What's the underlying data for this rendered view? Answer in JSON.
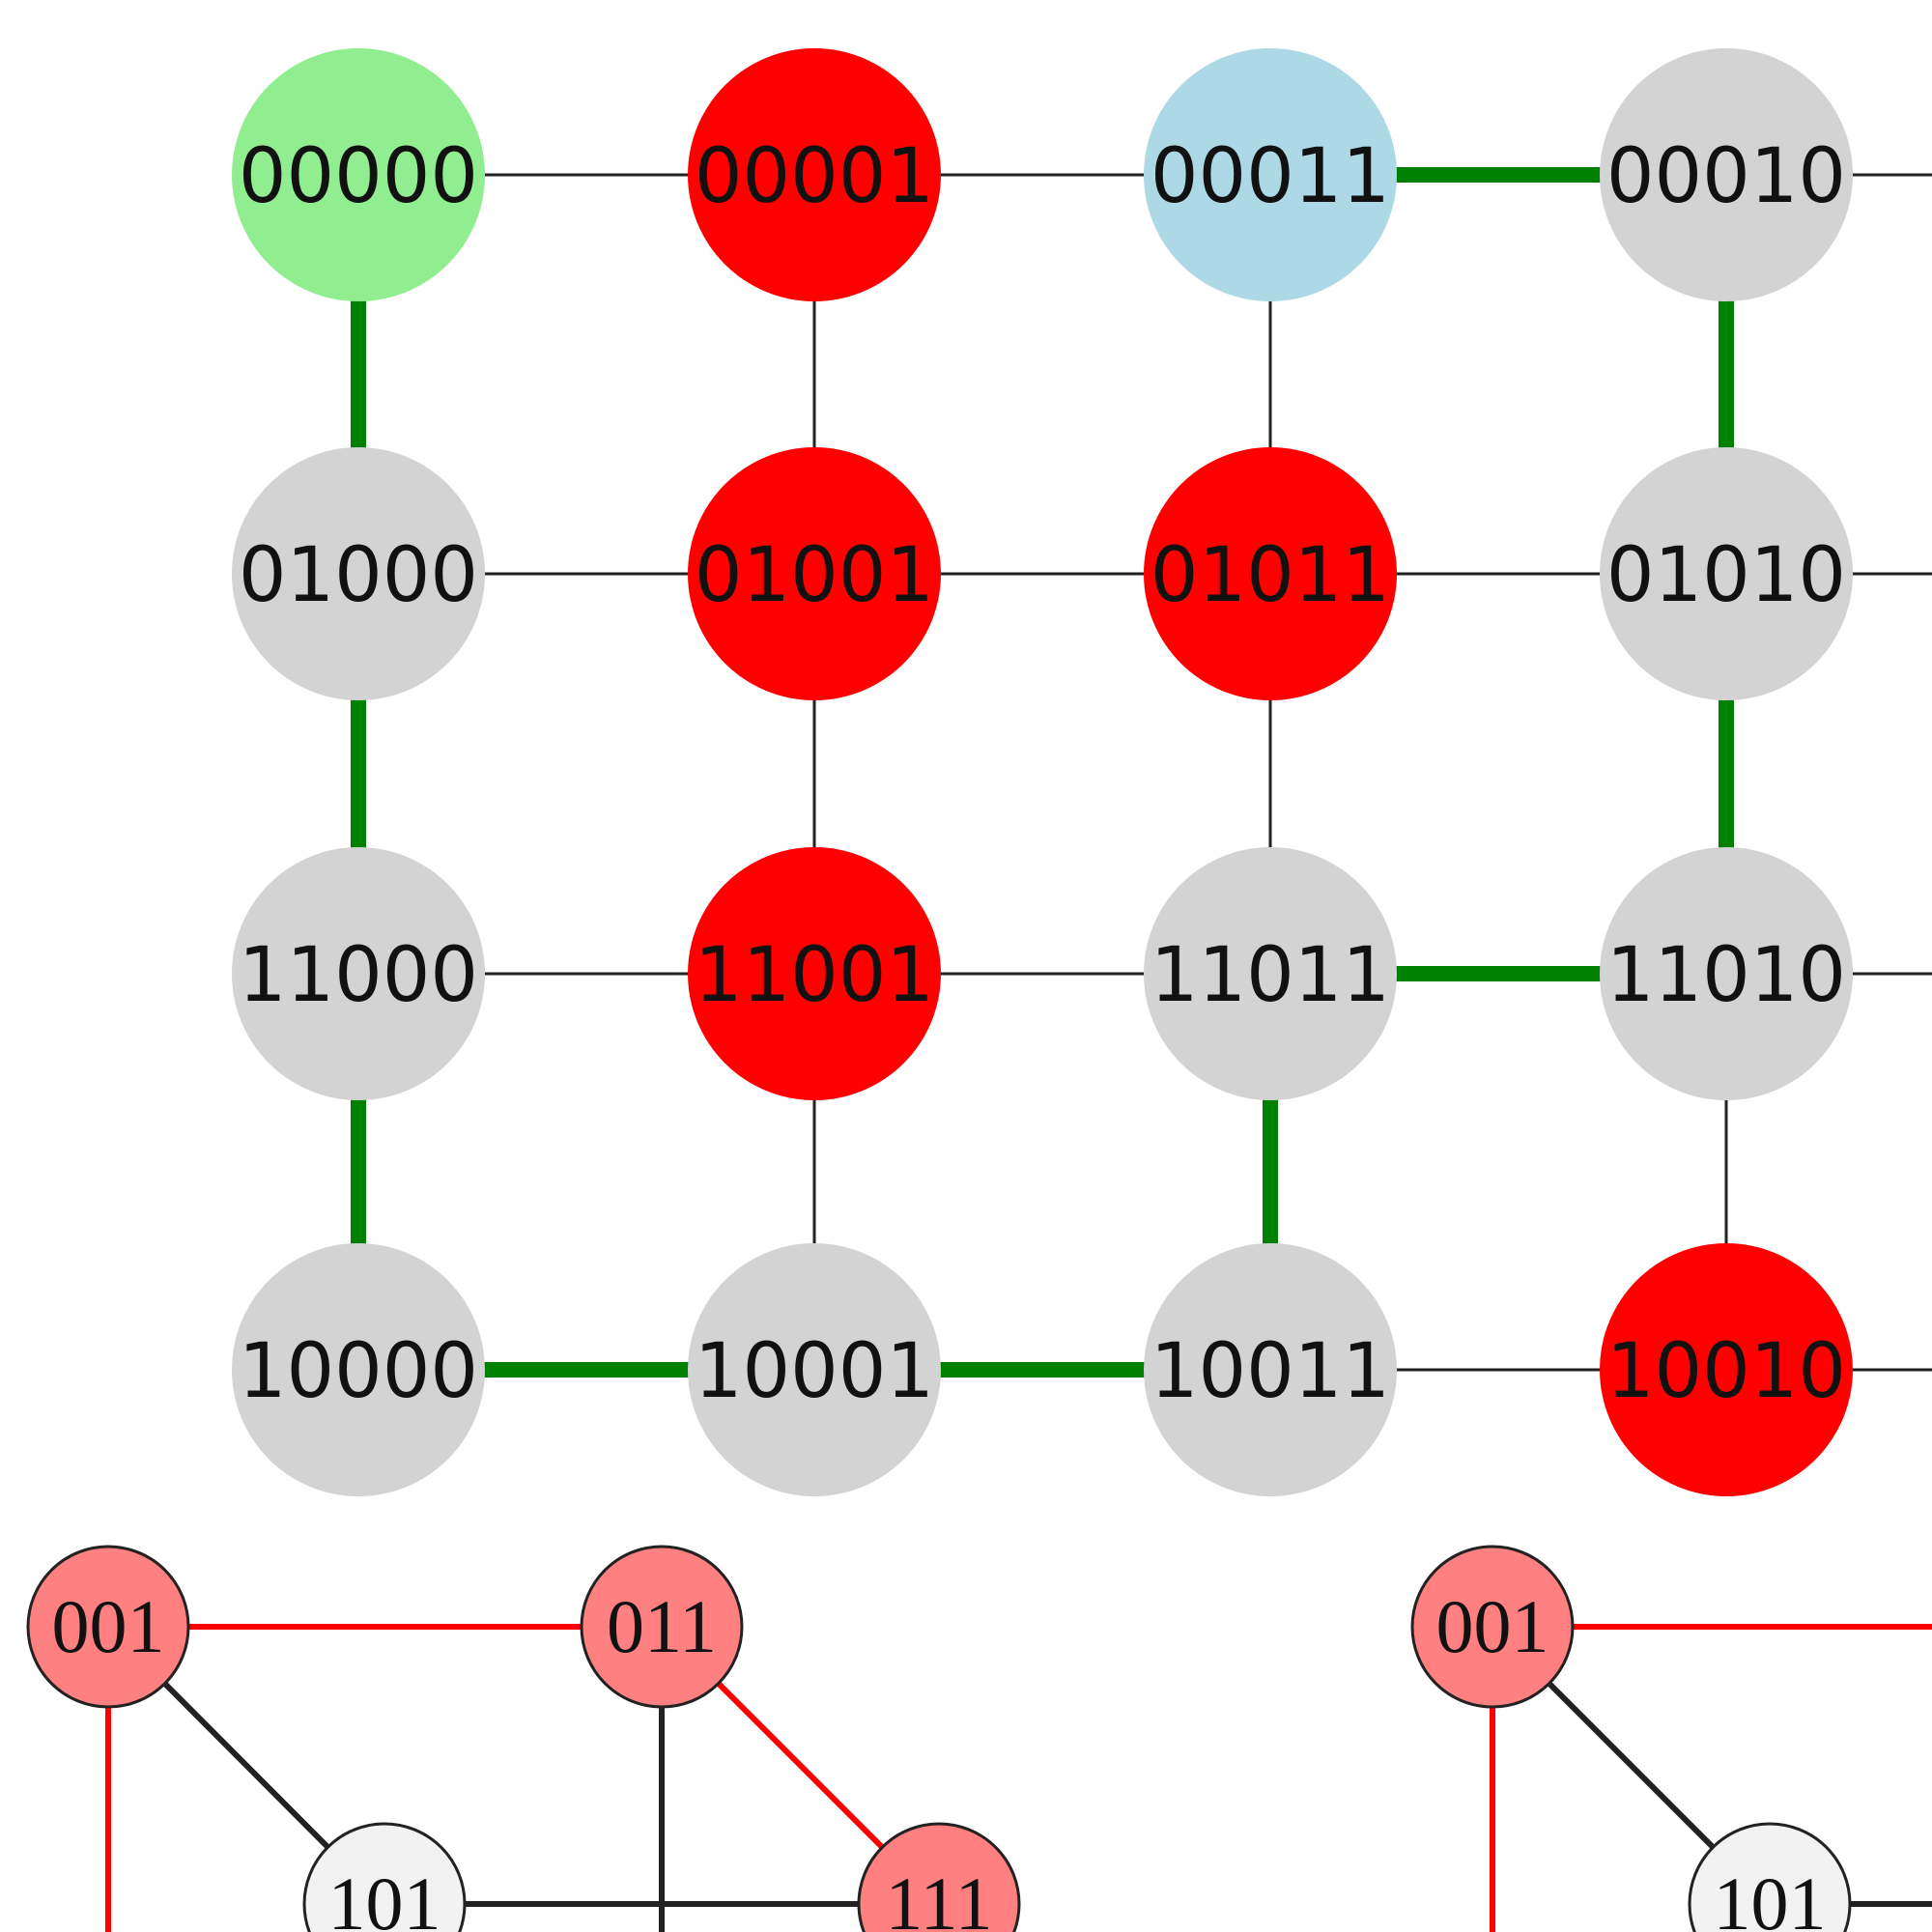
{
  "colors": {
    "start": "#90ee90",
    "target": "#add8e6",
    "blocked": "#ff0000",
    "free": "#d3d3d3",
    "path": "#008000",
    "edge": "#222222",
    "small_hl": "#ff8080",
    "small_plain": "#f2f2f2",
    "small_edge_hl": "#ff0000"
  },
  "grid": {
    "rows": [
      [
        {
          "label": "00000",
          "state": "start"
        },
        {
          "label": "00001",
          "state": "blocked"
        },
        {
          "label": "00011",
          "state": "target"
        },
        {
          "label": "00010",
          "state": "free"
        }
      ],
      [
        {
          "label": "01000",
          "state": "free"
        },
        {
          "label": "01001",
          "state": "blocked"
        },
        {
          "label": "01011",
          "state": "blocked"
        },
        {
          "label": "01010",
          "state": "free"
        }
      ],
      [
        {
          "label": "11000",
          "state": "free"
        },
        {
          "label": "11001",
          "state": "blocked"
        },
        {
          "label": "11011",
          "state": "free"
        },
        {
          "label": "11010",
          "state": "free"
        }
      ],
      [
        {
          "label": "10000",
          "state": "free"
        },
        {
          "label": "10001",
          "state": "free"
        },
        {
          "label": "10011",
          "state": "free"
        },
        {
          "label": "10010",
          "state": "blocked"
        }
      ]
    ],
    "path_edges": [
      [
        "00011",
        "00010"
      ],
      [
        "00000",
        "01000"
      ],
      [
        "01000",
        "11000"
      ],
      [
        "11000",
        "10000"
      ],
      [
        "00010",
        "01010"
      ],
      [
        "01010",
        "11010"
      ],
      [
        "11011",
        "11010"
      ],
      [
        "11011",
        "10011"
      ],
      [
        "10000",
        "10001"
      ],
      [
        "10001",
        "10011"
      ]
    ]
  },
  "small_graphs": [
    {
      "nodes": [
        {
          "label": "001",
          "hl": true
        },
        {
          "label": "011",
          "hl": true
        },
        {
          "label": "101",
          "hl": false
        },
        {
          "label": "111",
          "hl": true
        }
      ]
    },
    {
      "nodes": [
        {
          "label": "001",
          "hl": true
        },
        {
          "label": "101",
          "hl": false
        }
      ]
    }
  ]
}
